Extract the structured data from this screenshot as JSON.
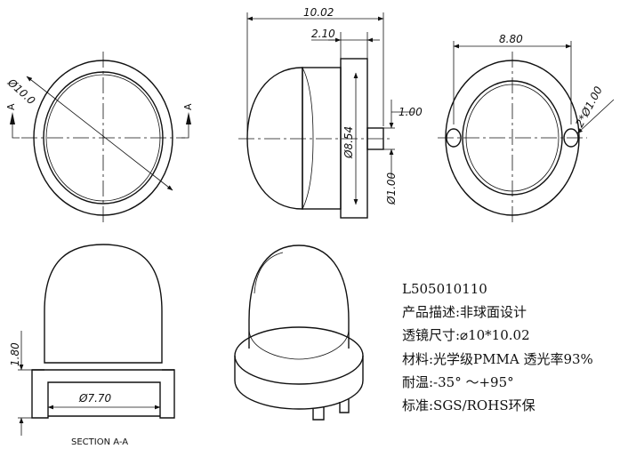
{
  "dimensions": {
    "front_diameter": "Ø10.0",
    "overall_length": "10.02",
    "flange_thickness": "2.10",
    "body_diameter": "Ø8.54",
    "pin_length": "1.00",
    "pin_diameter": "Ø1.00",
    "back_width": "8.80",
    "hole_spec": "2*Ø1.00",
    "flange_height": "1.80",
    "base_diameter": "Ø7.70"
  },
  "section_markers": [
    "A",
    "A"
  ],
  "section_label": "SECTION A-A",
  "specs": [
    "L505010110",
    "产品描述:非球面设计",
    "透镜尺寸:⌀10*10.02",
    "材料:光学级PMMA  透光率93%",
    "耐温:-35° ～+95°",
    "标准:SGS/ROHS环保"
  ]
}
